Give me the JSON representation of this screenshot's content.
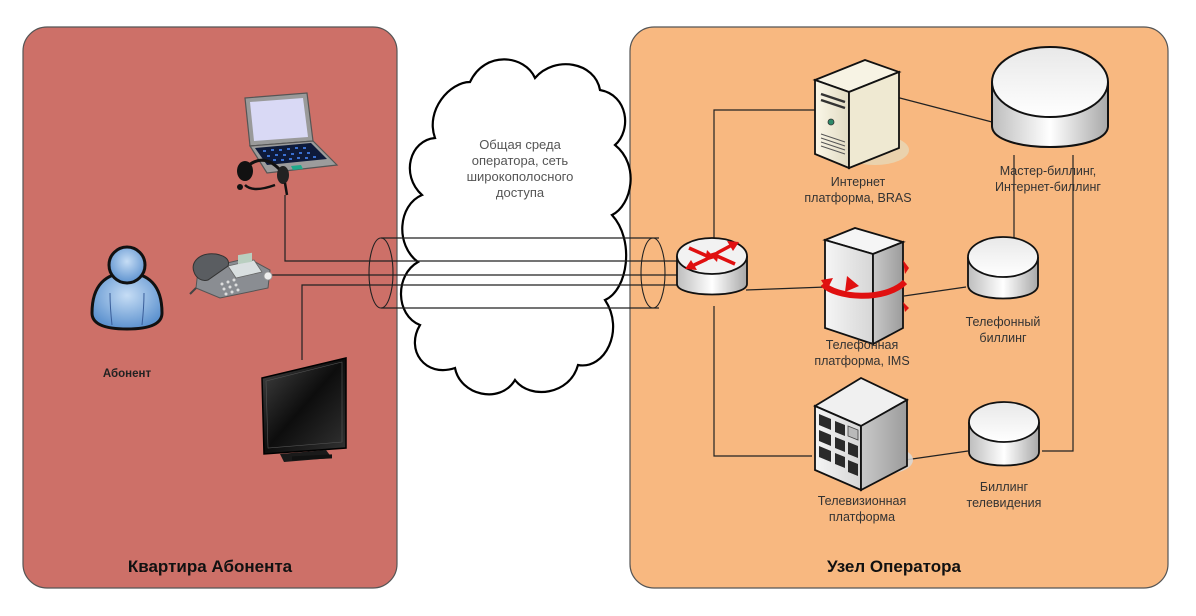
{
  "zones": {
    "subscriber": {
      "title": "Квартира Абонента",
      "color": "#CD7068"
    },
    "operator": {
      "title": "Узел Оператора",
      "color": "#F8B880"
    }
  },
  "subscriber_devices": {
    "user": {
      "label": "Абонент",
      "icon": "user-icon"
    },
    "laptop": {
      "icon": "laptop-icon"
    },
    "phone": {
      "icon": "desk-phone-icon"
    },
    "tv": {
      "icon": "tv-icon"
    }
  },
  "cloud": {
    "lines": [
      "Общая среда",
      "оператора, сеть",
      "широкополосного",
      "доступа"
    ],
    "icon": "cloud-icon"
  },
  "operator_nodes": {
    "router": {
      "icon": "router-icon"
    },
    "internet_platform": {
      "lines": [
        "Интернет",
        "платформа, BRAS"
      ],
      "icon": "server-icon"
    },
    "phone_platform": {
      "lines": [
        "Телефонная",
        "платформа, IMS"
      ],
      "icon": "ims-server-icon"
    },
    "tv_platform": {
      "lines": [
        "Телевизионная",
        "платформа"
      ],
      "icon": "mainframe-icon"
    },
    "master_billing": {
      "lines": [
        "Мастер-биллинг,",
        "Интернет-биллинг"
      ],
      "icon": "database-icon"
    },
    "phone_billing": {
      "lines": [
        "Телефонный",
        "биллинг"
      ],
      "icon": "database-icon"
    },
    "tv_billing": {
      "lines": [
        "Биллинг",
        "телевидения"
      ],
      "icon": "database-icon"
    }
  },
  "colors": {
    "router_arrow": "#E01010",
    "line": "#222222"
  }
}
